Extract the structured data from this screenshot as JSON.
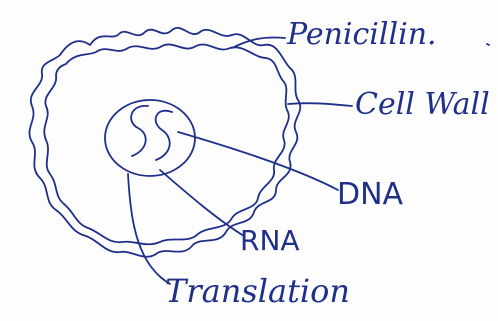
{
  "diagram": {
    "labels": {
      "penicillin": "Penicillin.",
      "cell_wall": "Cell Wall",
      "dna": "DNA",
      "rna": "RNA",
      "translation": "Translation"
    },
    "ink_color": "#1f2f8a"
  }
}
